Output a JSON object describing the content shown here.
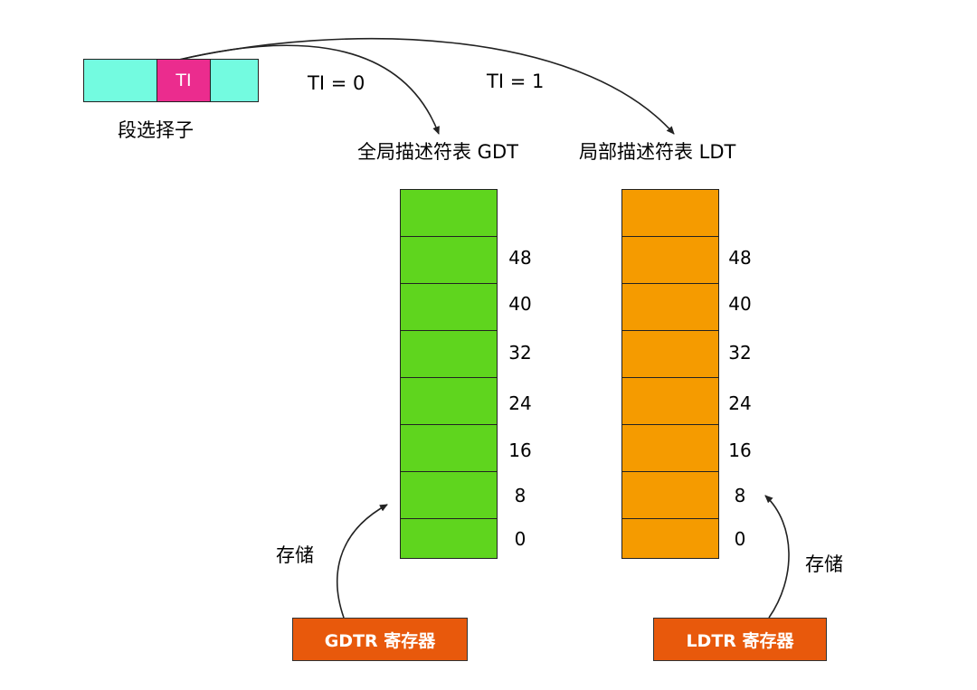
{
  "colors": {
    "selector_bg": "#73FBE0",
    "ti_bg": "#EB2C8E",
    "gdt_fill": "#5FD51E",
    "ldt_fill": "#F59B00",
    "register_bg": "#E8590C"
  },
  "selector": {
    "ti_label": "TI",
    "caption": "段选择子"
  },
  "arrows": {
    "ti0_label": "TI  = 0",
    "ti1_label": "TI  = 1"
  },
  "gdt": {
    "title": "全局描述符表 GDT",
    "offsets": [
      "48",
      "40",
      "32",
      "24",
      "16",
      "8",
      "0"
    ],
    "store_label": "存储",
    "register": "GDTR 寄存器"
  },
  "ldt": {
    "title": "局部描述符表 LDT",
    "offsets": [
      "48",
      "40",
      "32",
      "24",
      "16",
      "8",
      "0"
    ],
    "store_label": "存储",
    "register": "LDTR 寄存器"
  }
}
